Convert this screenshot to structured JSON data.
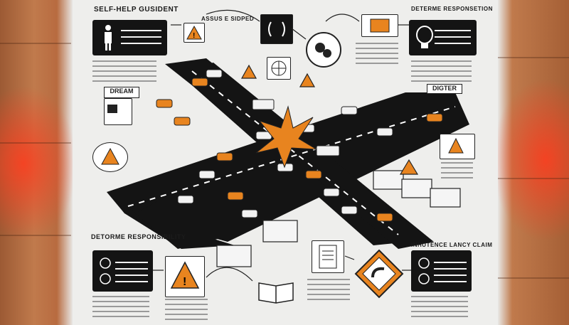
{
  "labels": {
    "title_top_left": "SELF-HELP GUSIDENT",
    "title_top_center": "ASSUS E SIDPED",
    "title_top_right": "DETERME RESPONSETION",
    "title_bottom_left": "DETORME RESPONSIBILITY",
    "title_bottom_right": "INHUTENCE LANCY CLAIM",
    "sign_dream": "DREAM",
    "sign_top_right": "DIGTER"
  },
  "icons": [
    "person-icon",
    "warning-icon",
    "laurel-icon",
    "globe-icon",
    "gears-icon",
    "document-icon",
    "brain-icon",
    "camera-icon",
    "dollar-icon",
    "clipboard-icon",
    "book-icon",
    "road-sign-icon",
    "compass-icon",
    "crosshair-icon"
  ],
  "colors": {
    "accent": "#e8841f",
    "road": "#141414",
    "panel": "#141414",
    "glow": "#ff3c1e"
  }
}
